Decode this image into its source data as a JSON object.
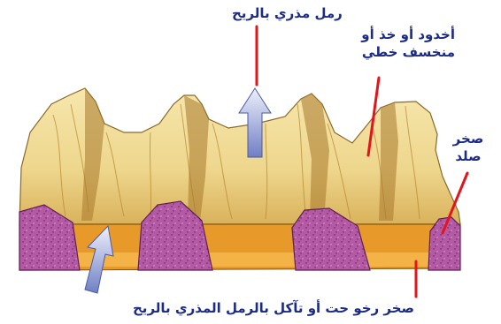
{
  "diagram": {
    "labels": {
      "wind_blown_sand": "رمل مذري بالريح",
      "yardang": "أخدود أو خذ أو منخسف خطي",
      "hard_rock": "صخر صلد",
      "soft_rock": "صخر رخو حت أو تآكل بالرمل المذري بالريح"
    },
    "colors": {
      "label_text": "#1c2c86",
      "leader_line": "#e3151b",
      "sand_light": "#f3e3a2",
      "sand_dark": "#c49a3f",
      "hard_rock": "#b45aa4",
      "soft_rock_band": "#e79a2a",
      "wind_arrow": "#8a97cf"
    }
  }
}
